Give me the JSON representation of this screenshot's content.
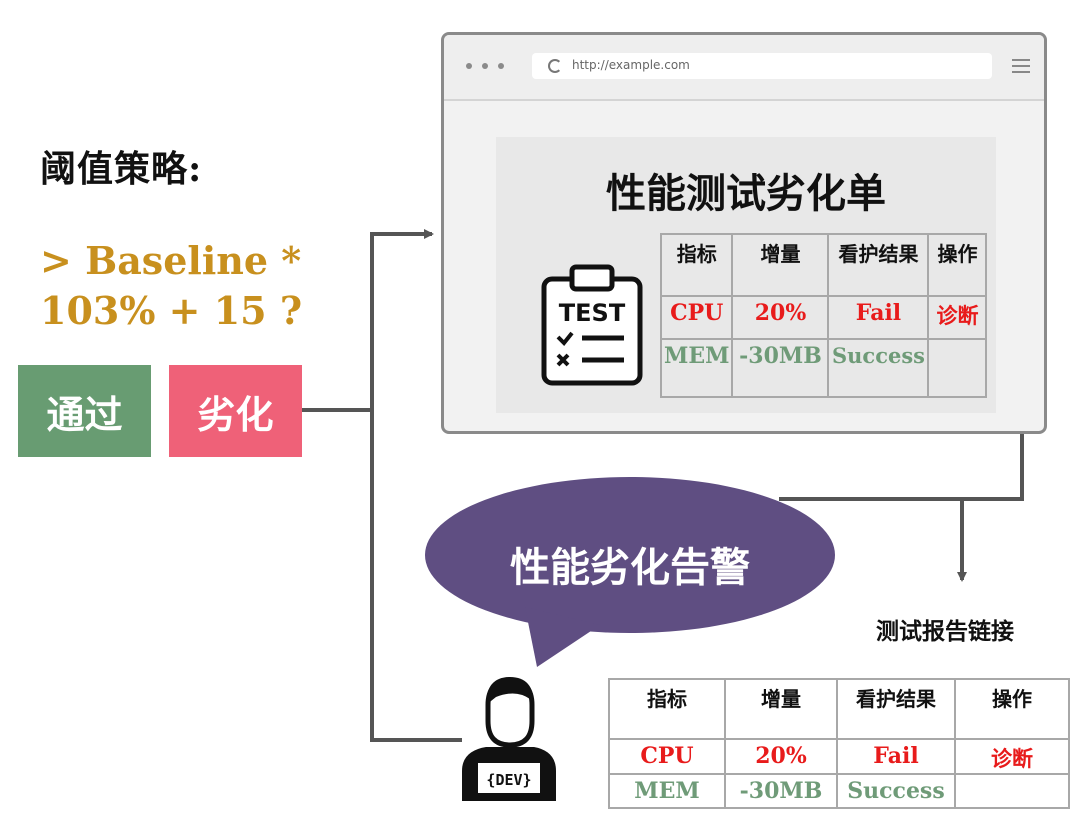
{
  "strategy": {
    "title": "阈值策略:",
    "formula_line1": "> Baseline *",
    "formula_line2": "103% + 15 ?",
    "pass_label": "通过",
    "degrade_label": "劣化"
  },
  "browser": {
    "url": "http://example.com",
    "report_title": "性能测试劣化单",
    "test_icon_text": "TEST"
  },
  "table": {
    "headers": [
      "指标",
      "增量",
      "看护结果",
      "操作"
    ],
    "rows": [
      [
        "CPU",
        "20%",
        "Fail",
        "诊断"
      ],
      [
        "MEM",
        "-30MB",
        "Success",
        ""
      ]
    ]
  },
  "alert": {
    "label": "性能劣化告警"
  },
  "report_link": {
    "label": "测试报告链接"
  },
  "dev": {
    "label": "{DEV}"
  },
  "colors": {
    "formula": "#c8901e",
    "pass_badge": "#689c72",
    "degrade_badge": "#ef6178",
    "bubble": "#5f4e82",
    "fail": "#e81b1b",
    "success": "#6f9b78",
    "connector": "#555555"
  }
}
